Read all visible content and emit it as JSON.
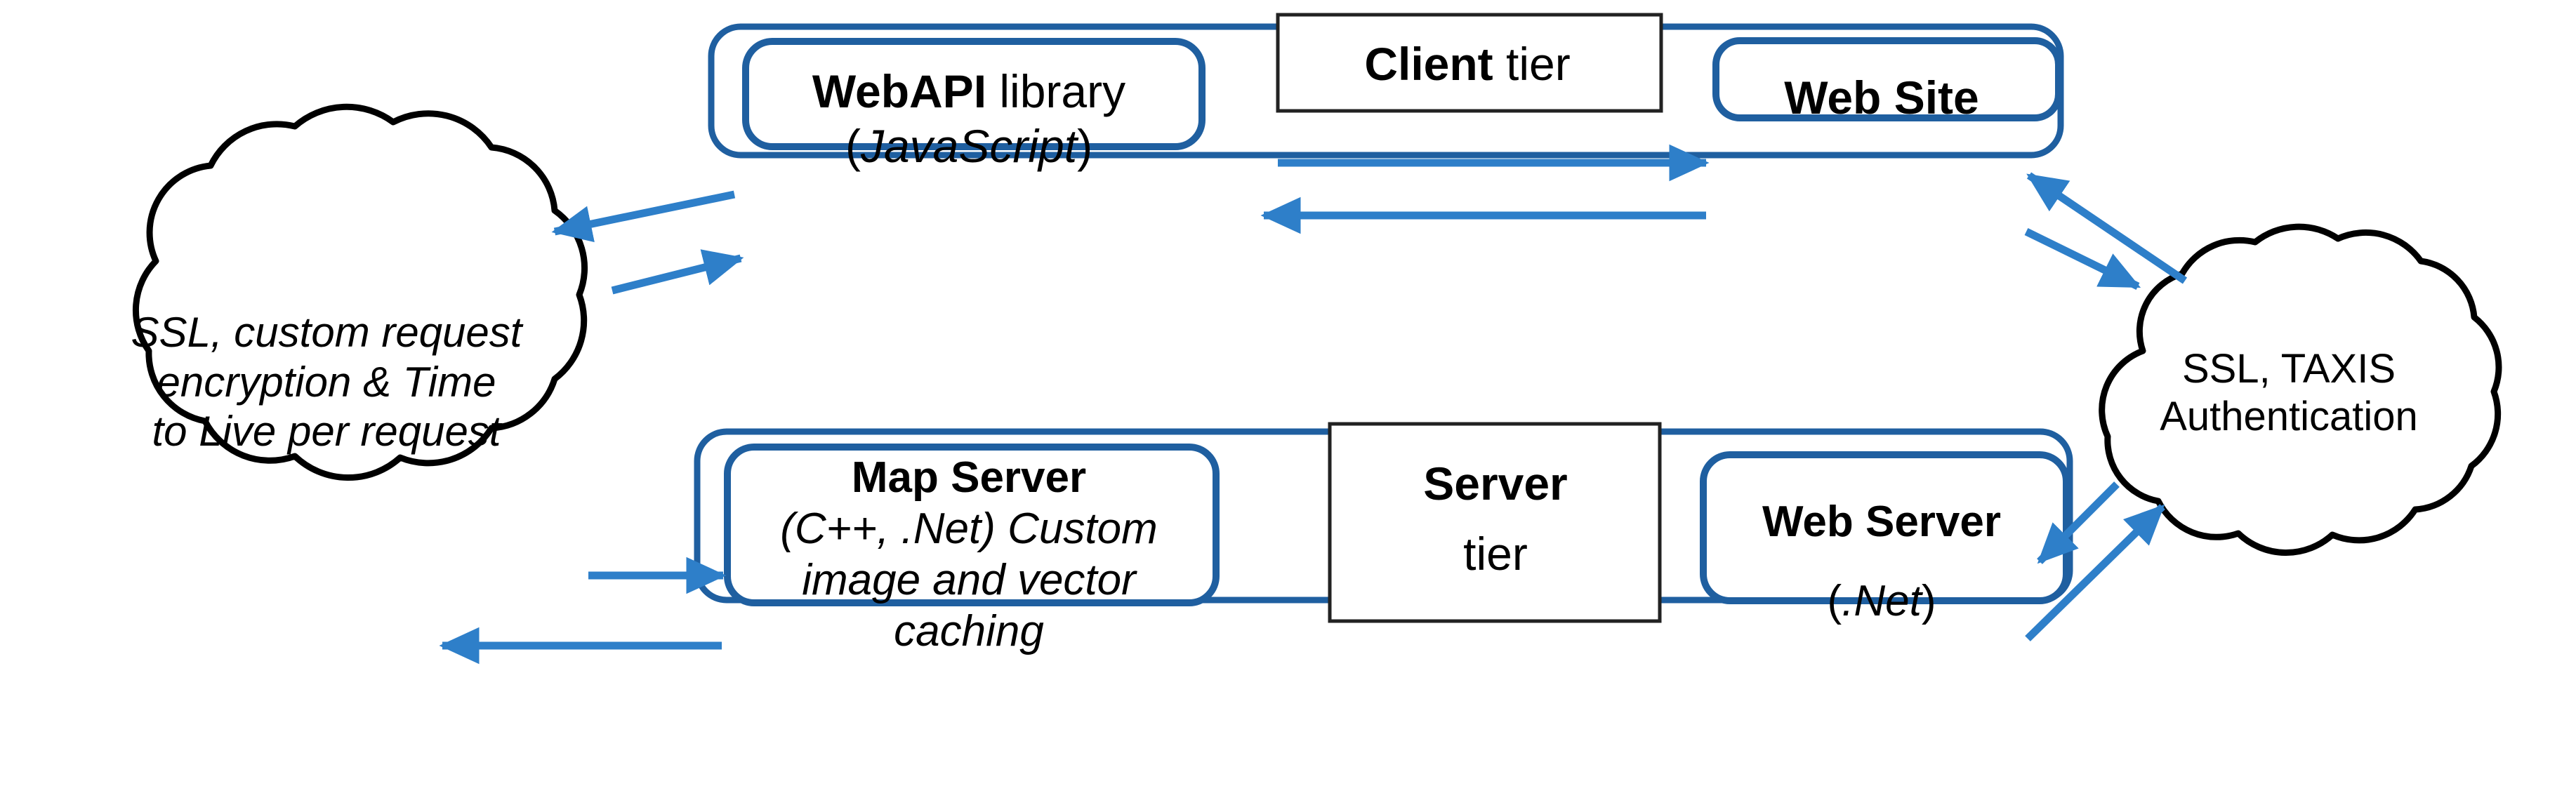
{
  "diagram": {
    "title": "Client tier / Server tier architecture diagram",
    "colors": {
      "box_border": "#1F5FA0",
      "arrow": "#2E7FC9",
      "cloud_outline": "#000000",
      "tier_plate_border": "#222222",
      "background": "#FFFFFF",
      "text": "#000000"
    },
    "tiers": [
      {
        "id": "client",
        "plate": {
          "title_bold": "Client",
          "title_regular": "tier"
        },
        "boxes": [
          {
            "id": "webapi",
            "lines": [
              {
                "text": "WebAPI library",
                "style": "bold-mixed"
              },
              {
                "text": "(JavaScript)",
                "style": "italic-paren"
              }
            ],
            "line1_bold": "WebAPI",
            "line1_regular": " library",
            "line2_open": "(",
            "line2_italic": "JavaScript",
            "line2_close": ")"
          },
          {
            "id": "website",
            "line1_bold": "Web Site",
            "line1_regular": "",
            "line2_open": "",
            "line2_italic": "",
            "line2_close": ""
          }
        ]
      },
      {
        "id": "server",
        "plate": {
          "title_bold": "Server",
          "title_regular": "tier"
        },
        "boxes": [
          {
            "id": "mapserver",
            "line1_bold": "Map Server",
            "line2_italic": "(C++, .Net) Custom",
            "line3_italic": "image and vector",
            "line4_italic": "caching"
          },
          {
            "id": "webserver",
            "line1_bold": "Web Server",
            "line2_open": "(",
            "line2_italic": ".Net",
            "line2_close": ")"
          }
        ]
      }
    ],
    "clouds": [
      {
        "id": "left-cloud",
        "style": "italic",
        "lines": [
          "SSL, custom request",
          "encryption & Time",
          "to Live per request"
        ]
      },
      {
        "id": "right-cloud",
        "style": "regular",
        "lines": [
          "SSL, TAXIS",
          "Authentication"
        ]
      }
    ],
    "connections": [
      {
        "id": "webapi-to-website",
        "from": "webapi",
        "to": "website",
        "direction": "right"
      },
      {
        "id": "website-to-webapi",
        "from": "website",
        "to": "webapi",
        "direction": "left"
      },
      {
        "id": "webapi-to-leftcloud",
        "from": "webapi",
        "to": "left-cloud",
        "direction": "left"
      },
      {
        "id": "leftcloud-to-webapi",
        "from": "left-cloud",
        "to": "webapi",
        "direction": "right"
      },
      {
        "id": "website-to-rightcloud",
        "from": "website",
        "to": "right-cloud",
        "direction": "right"
      },
      {
        "id": "rightcloud-to-website",
        "from": "right-cloud",
        "to": "website",
        "direction": "left"
      },
      {
        "id": "leftcloud-to-mapserver",
        "from": "left-cloud",
        "to": "mapserver",
        "direction": "right"
      },
      {
        "id": "mapserver-to-leftcloud",
        "from": "mapserver",
        "to": "left-cloud",
        "direction": "left"
      },
      {
        "id": "webserver-to-rightcloud",
        "from": "webserver",
        "to": "right-cloud",
        "direction": "right"
      },
      {
        "id": "rightcloud-to-webserver",
        "from": "right-cloud",
        "to": "webserver",
        "direction": "left"
      }
    ]
  }
}
